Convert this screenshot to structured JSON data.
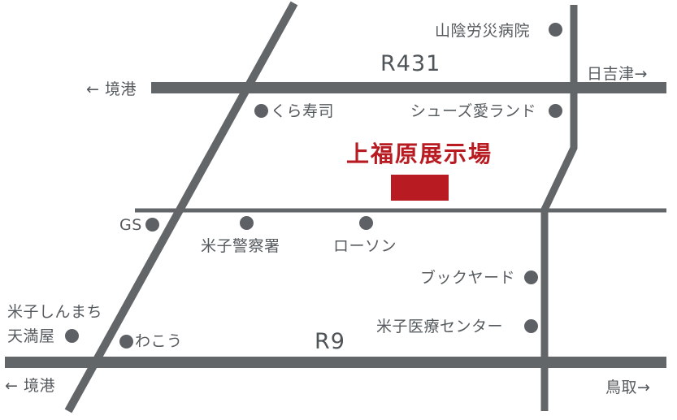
{
  "colors": {
    "road": "#636669",
    "text": "#555a5e",
    "accent": "#b81c22",
    "dot": "#5d6064"
  },
  "roads": {
    "r431": "R431",
    "r9": "R9"
  },
  "venue": {
    "name": "上福原展示場"
  },
  "directions": {
    "sakaiminato_top": "← 境港",
    "hiezu": "日吉津→",
    "sakaiminato_bottom": "← 境港",
    "tottori": "鳥取→"
  },
  "landmarks": {
    "sanin_rosai": "山陰労災病院",
    "kura_sushi": "くら寿司",
    "shoes_ai": "シューズ愛ランド",
    "gs": "GS",
    "police": "米子警察署",
    "lawson": "ローソン",
    "book_yard": "ブックヤード",
    "yonago_shinmachi_1": "米子しんまち",
    "yonago_shinmachi_2": "天満屋",
    "wakou": "わこう",
    "medical_center": "米子医療センター"
  }
}
